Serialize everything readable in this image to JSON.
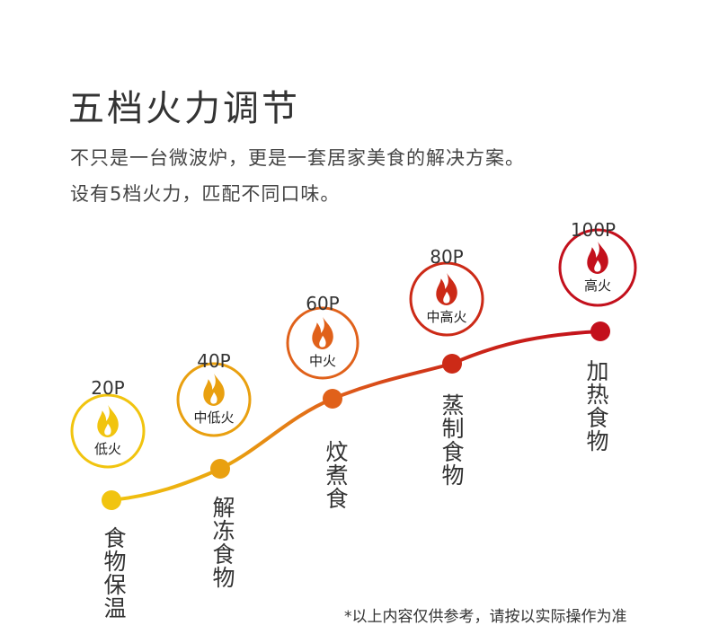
{
  "title": "五档火力调节",
  "intro": {
    "line1": "不只是一台微波炉，更是一套居家美食的解决方案。",
    "line2": "设有5档火力，匹配不同口味。"
  },
  "levels": [
    {
      "power": "20P",
      "badge": "低火",
      "function": "食物保温",
      "color": "#f1c40f"
    },
    {
      "power": "40P",
      "badge": "中低火",
      "function": "解冻食物",
      "color": "#e9a010"
    },
    {
      "power": "60P",
      "badge": "中火",
      "function": "炆煮食",
      "color": "#e0611a"
    },
    {
      "power": "80P",
      "badge": "中高火",
      "function": "蒸制食物",
      "color": "#cc2a17"
    },
    {
      "power": "100P",
      "badge": "高火",
      "function": "加热食物",
      "color": "#c3101c"
    }
  ],
  "note": "*以上内容仅供参考，请按以实际操作为准",
  "icons": {
    "flame": "flame-icon"
  }
}
